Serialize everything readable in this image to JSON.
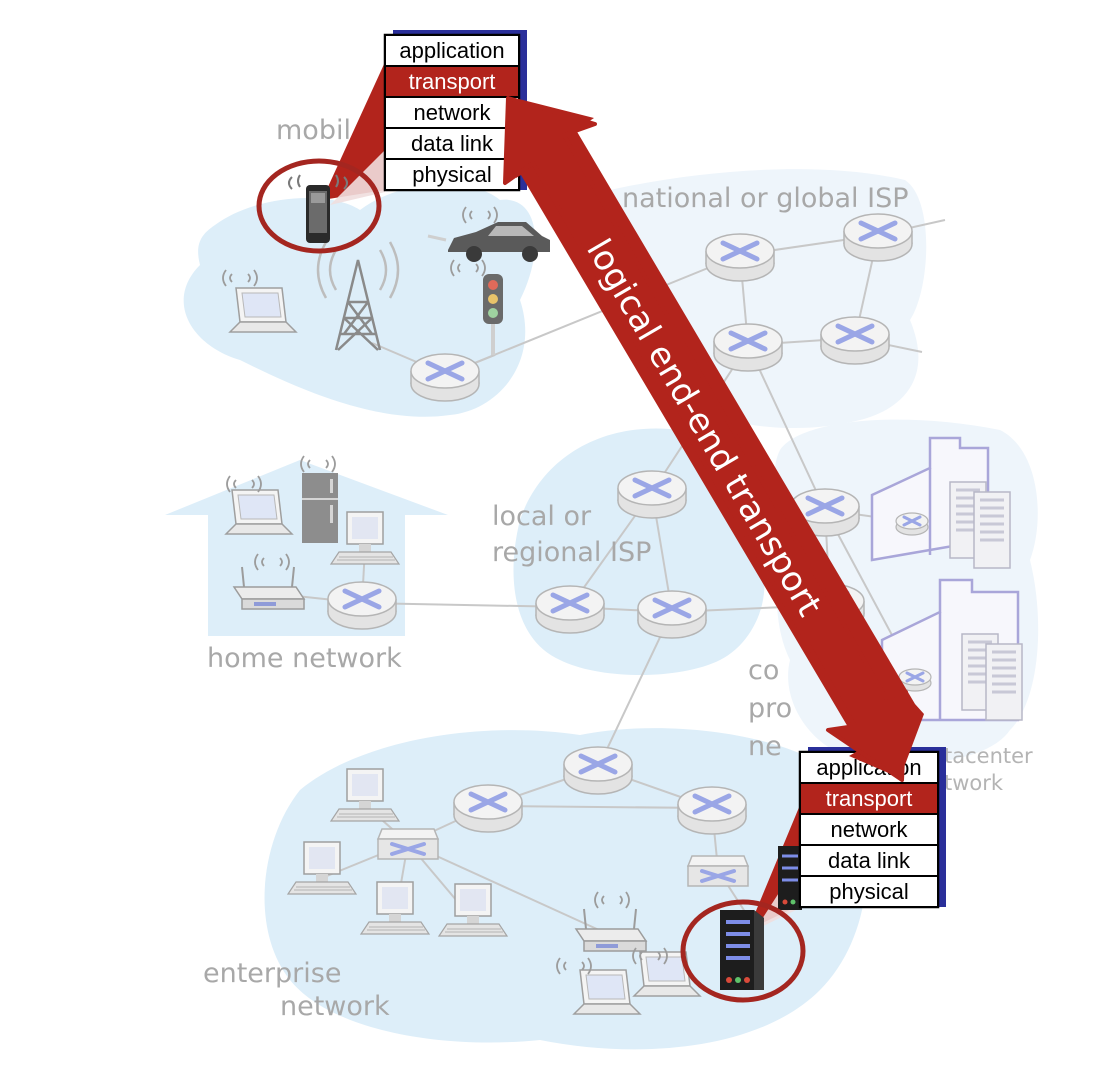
{
  "colors": {
    "cloud": "#ddeef9",
    "link": "#c8c8c8",
    "router_top": "#f2f2f2",
    "router_x": "#9aa6e6",
    "label_gray": "#a8a8a8",
    "accent_red": "#b2241c",
    "stack_border": "#000000",
    "stack_shadow": "#2a2f9a",
    "datacenter_outline": "#a9a6d9"
  },
  "labels": {
    "mobile_network": "mobil",
    "global_isp": "national or global ISP",
    "local_isp_line1": "local or",
    "local_isp_line2": "regional ISP",
    "home_network": "home network",
    "content_line1": "co",
    "content_line2": "pro",
    "content_line3": "ne",
    "datacenter_line1": "tacenter",
    "datacenter_line2": "twork",
    "enterprise_line1": "enterprise",
    "enterprise_line2": "network"
  },
  "arrow": {
    "label": "logical end-end transport"
  },
  "stack_top": {
    "highlighted": "transport",
    "layers": [
      "application",
      "transport",
      "network",
      "data link",
      "physical"
    ]
  },
  "stack_bottom": {
    "highlighted": "transport",
    "layers": [
      "application",
      "transport",
      "network",
      "data link",
      "physical"
    ]
  }
}
